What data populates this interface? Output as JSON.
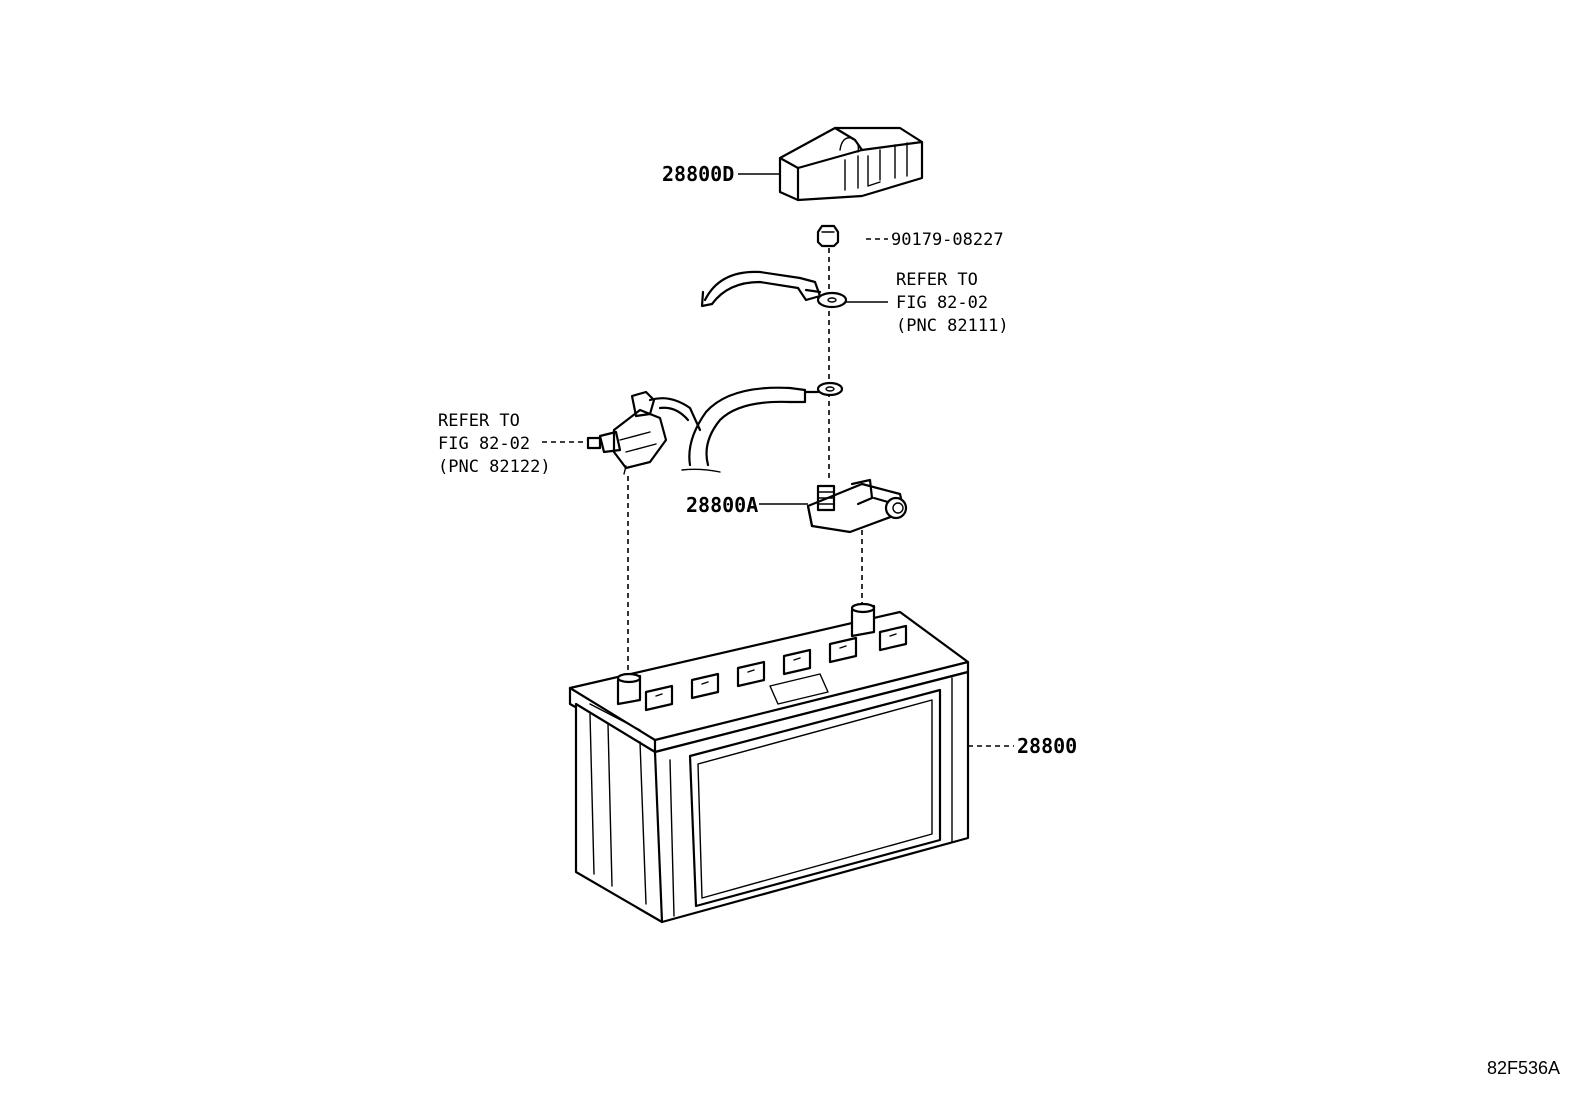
{
  "parts": {
    "cover": "28800D",
    "nut": "90179-08227",
    "terminal_clamp": "28800A",
    "battery": "28800"
  },
  "refs": {
    "right_cable": [
      "REFER TO",
      "FIG 82-02",
      "(PNC 82111)"
    ],
    "left_cable": [
      "REFER TO",
      "FIG 82-02",
      "(PNC 82122)"
    ]
  },
  "figure_code": "82F536A"
}
